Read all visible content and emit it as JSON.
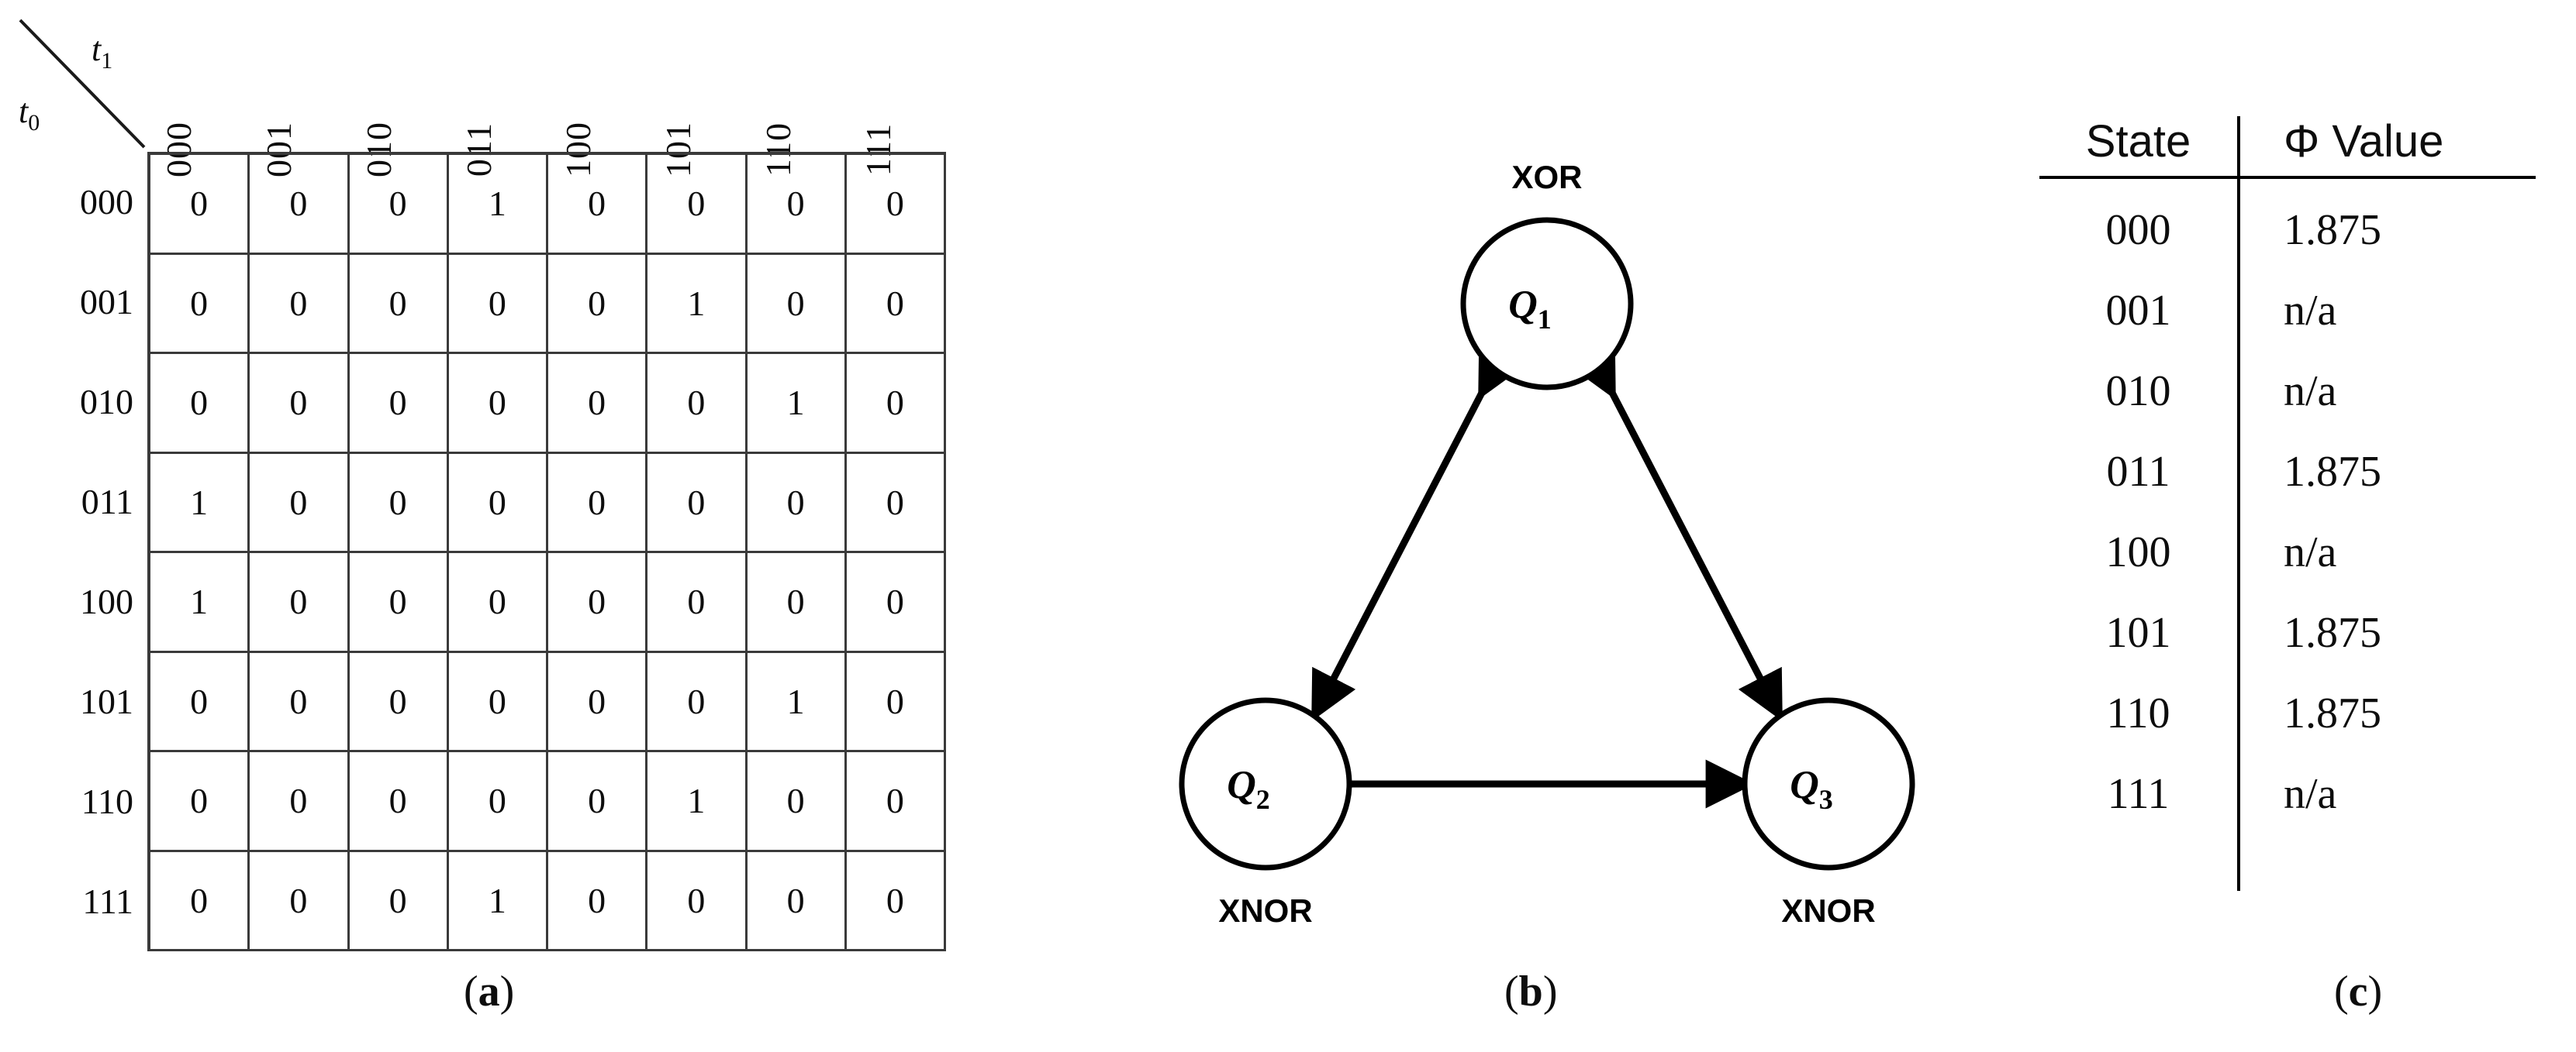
{
  "truth_table": {
    "row_axis_label": "t",
    "row_axis_sub": "0",
    "col_axis_label": "t",
    "col_axis_sub": "1",
    "col_headers": [
      "000",
      "001",
      "010",
      "011",
      "100",
      "101",
      "110",
      "111"
    ],
    "row_headers": [
      "000",
      "001",
      "010",
      "011",
      "100",
      "101",
      "110",
      "111"
    ],
    "rows": [
      [
        "0",
        "0",
        "0",
        "1",
        "0",
        "0",
        "0",
        "0"
      ],
      [
        "0",
        "0",
        "0",
        "0",
        "0",
        "1",
        "0",
        "0"
      ],
      [
        "0",
        "0",
        "0",
        "0",
        "0",
        "0",
        "1",
        "0"
      ],
      [
        "1",
        "0",
        "0",
        "0",
        "0",
        "0",
        "0",
        "0"
      ],
      [
        "1",
        "0",
        "0",
        "0",
        "0",
        "0",
        "0",
        "0"
      ],
      [
        "0",
        "0",
        "0",
        "0",
        "0",
        "0",
        "1",
        "0"
      ],
      [
        "0",
        "0",
        "0",
        "0",
        "0",
        "1",
        "0",
        "0"
      ],
      [
        "0",
        "0",
        "0",
        "1",
        "0",
        "0",
        "0",
        "0"
      ]
    ]
  },
  "graph": {
    "nodes": [
      {
        "id": "Q1",
        "label": "Q",
        "sub": "1",
        "gate": "XOR",
        "gate_position": "above"
      },
      {
        "id": "Q2",
        "label": "Q",
        "sub": "2",
        "gate": "XNOR",
        "gate_position": "below"
      },
      {
        "id": "Q3",
        "label": "Q",
        "sub": "3",
        "gate": "XNOR",
        "gate_position": "below"
      }
    ],
    "edges": [
      {
        "from": "Q1",
        "to": "Q2",
        "arrows": "both"
      },
      {
        "from": "Q1",
        "to": "Q3",
        "arrows": "both"
      },
      {
        "from": "Q2",
        "to": "Q3",
        "arrows": "both"
      }
    ]
  },
  "phi_table": {
    "headers": [
      "State",
      "Φ Value"
    ],
    "rows": [
      {
        "state": "000",
        "value": "1.875"
      },
      {
        "state": "001",
        "value": "n/a"
      },
      {
        "state": "010",
        "value": "n/a"
      },
      {
        "state": "011",
        "value": "1.875"
      },
      {
        "state": "100",
        "value": "n/a"
      },
      {
        "state": "101",
        "value": "1.875"
      },
      {
        "state": "110",
        "value": "1.875"
      },
      {
        "state": "111",
        "value": "n/a"
      }
    ]
  },
  "captions": {
    "a": "a",
    "b": "b",
    "c": "c",
    "open": "(",
    "close": ")"
  },
  "colors": {
    "ink": "#0d0d0d",
    "grid": "#3a3a3a",
    "stroke": "#000000",
    "background": "#ffffff"
  }
}
